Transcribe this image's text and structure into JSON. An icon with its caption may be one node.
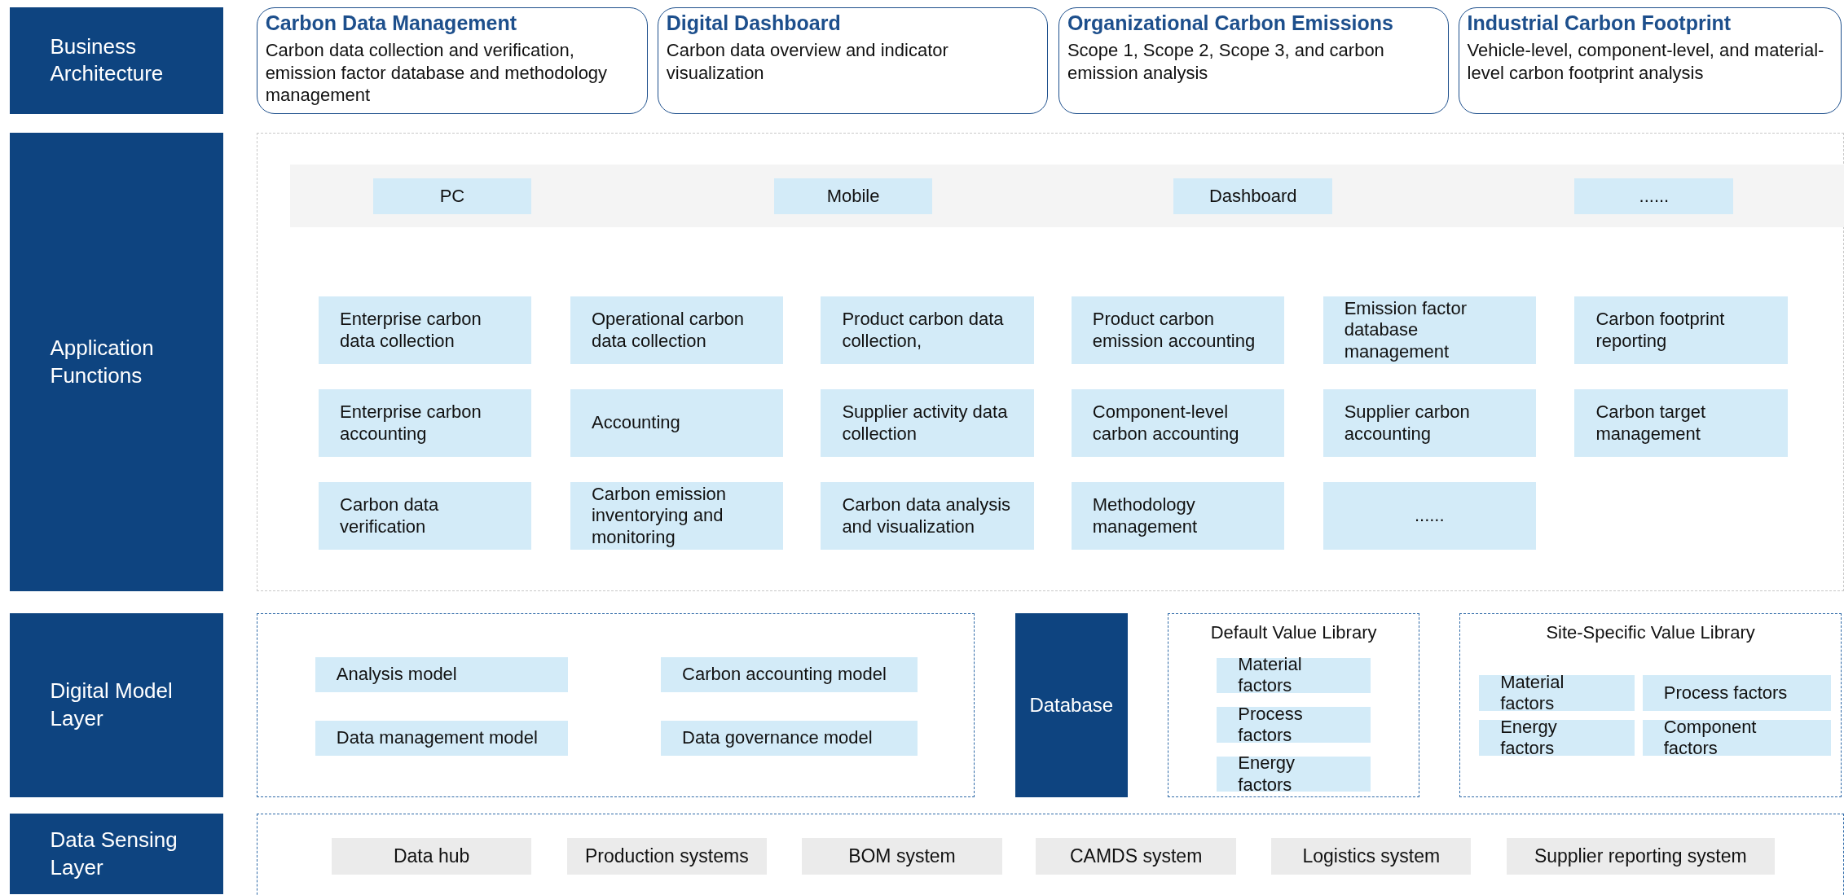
{
  "diagram": {
    "nodes": [
      {
        "text": [
          "Business Architecture"
        ]
      },
      {
        "text": [
          "Carbon Data Management",
          "Carbon data collection and verification, emission factor database and methodology management"
        ]
      },
      {
        "text": [
          "Digital Dashboard",
          "Carbon data overview and indicator visualization"
        ]
      },
      {
        "text": [
          "Organizational Carbon Emissions",
          "Scope 1, Scope 2, Scope 3, and carbon emission analysis"
        ]
      },
      {
        "text": [
          "Industrial Carbon Footprint",
          "Vehicle-level, component-level, and material-level carbon footprint analysis"
        ]
      },
      {
        "text": [
          "Application Functions"
        ]
      },
      {
        "text": [
          "PC"
        ]
      },
      {
        "text": [
          "Mobile"
        ]
      },
      {
        "text": [
          "Dashboard"
        ]
      },
      {
        "text": [
          "......"
        ]
      },
      {
        "text": [
          "Enterprise carbon data collection"
        ]
      },
      {
        "text": [
          "Operational carbon data collection"
        ]
      },
      {
        "text": [
          "Product carbon data collection,"
        ]
      },
      {
        "text": [
          "Product carbon emission accounting"
        ]
      },
      {
        "text": [
          "Emission factor database management"
        ]
      },
      {
        "text": [
          "Carbon footprint reporting"
        ]
      },
      {
        "text": [
          "Enterprise carbon accounting"
        ]
      },
      {
        "text": [
          "Accounting"
        ]
      },
      {
        "text": [
          "Supplier activity data collection"
        ]
      },
      {
        "text": [
          "Component-level carbon accounting"
        ]
      },
      {
        "text": [
          "Supplier carbon accounting"
        ]
      },
      {
        "text": [
          "Carbon target management"
        ]
      },
      {
        "text": [
          "Carbon data verification"
        ]
      },
      {
        "text": [
          "Carbon emission inventorying and monitoring"
        ]
      },
      {
        "text": [
          "Carbon data analysis and visualization"
        ]
      },
      {
        "text": [
          "Methodology management"
        ]
      },
      {
        "text": [
          "......"
        ]
      },
      {
        "text": [
          "Digital Model Layer"
        ]
      },
      {
        "text": [
          "Analysis model"
        ]
      },
      {
        "text": [
          "Carbon accounting model"
        ]
      },
      {
        "text": [
          "Data management model"
        ]
      },
      {
        "text": [
          "Data governance model"
        ]
      },
      {
        "text": [
          "Database"
        ]
      },
      {
        "text": [
          "Default Value Library"
        ]
      },
      {
        "text": [
          "Material factors"
        ],
        "in": 33
      },
      {
        "text": [
          "Process factors"
        ],
        "in": 33
      },
      {
        "text": [
          "Energy factors"
        ],
        "in": 33
      },
      {
        "text": [
          "Site-Specific Value Library"
        ]
      },
      {
        "text": [
          "Material factors"
        ],
        "in": 37
      },
      {
        "text": [
          "Process factors"
        ],
        "in": 37
      },
      {
        "text": [
          "Energy factors"
        ],
        "in": 37
      },
      {
        "text": [
          "Component factors"
        ],
        "in": 37
      },
      {
        "text": [
          "Data Sensing Layer"
        ]
      },
      {
        "text": [
          "Data hub"
        ]
      },
      {
        "text": [
          "Production systems"
        ]
      },
      {
        "text": [
          "BOM system"
        ]
      },
      {
        "text": [
          "CAMDS system"
        ]
      },
      {
        "text": [
          "Logistics system"
        ]
      },
      {
        "text": [
          "Supplier reporting system"
        ]
      }
    ],
    "edges": []
  }
}
